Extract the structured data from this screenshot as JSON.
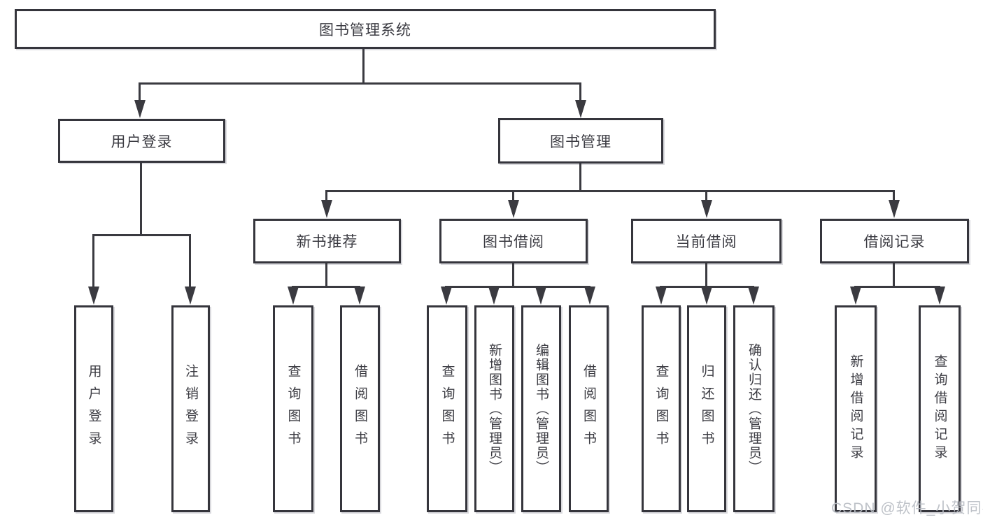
{
  "diagram_type": "hierarchy-tree",
  "tree": {
    "label": "图书管理系统",
    "children": [
      {
        "label": "用户登录",
        "children": [
          {
            "label": "用户登录"
          },
          {
            "label": "注销登录"
          }
        ]
      },
      {
        "label": "图书管理",
        "children": [
          {
            "label": "新书推荐",
            "children": [
              {
                "label": "查询图书"
              },
              {
                "label": "借阅图书"
              }
            ]
          },
          {
            "label": "图书借阅",
            "children": [
              {
                "label": "查询图书"
              },
              {
                "label": "新增图书（管理员）"
              },
              {
                "label": "编辑图书（管理员）"
              },
              {
                "label": "借阅图书"
              }
            ]
          },
          {
            "label": "当前借阅",
            "children": [
              {
                "label": "查询图书"
              },
              {
                "label": "归还图书"
              },
              {
                "label": "确认归还（管理员）"
              }
            ]
          },
          {
            "label": "借阅记录",
            "children": [
              {
                "label": "新增借阅记录"
              },
              {
                "label": "查询借阅记录"
              }
            ]
          }
        ]
      }
    ]
  },
  "watermark": "CSDN @软件_小贺同学",
  "colors": {
    "background": "#ffffff",
    "line": "#3a3a40",
    "box_border": "#35353c",
    "text": "#3b3b42",
    "watermark": "#b9bdc4"
  }
}
